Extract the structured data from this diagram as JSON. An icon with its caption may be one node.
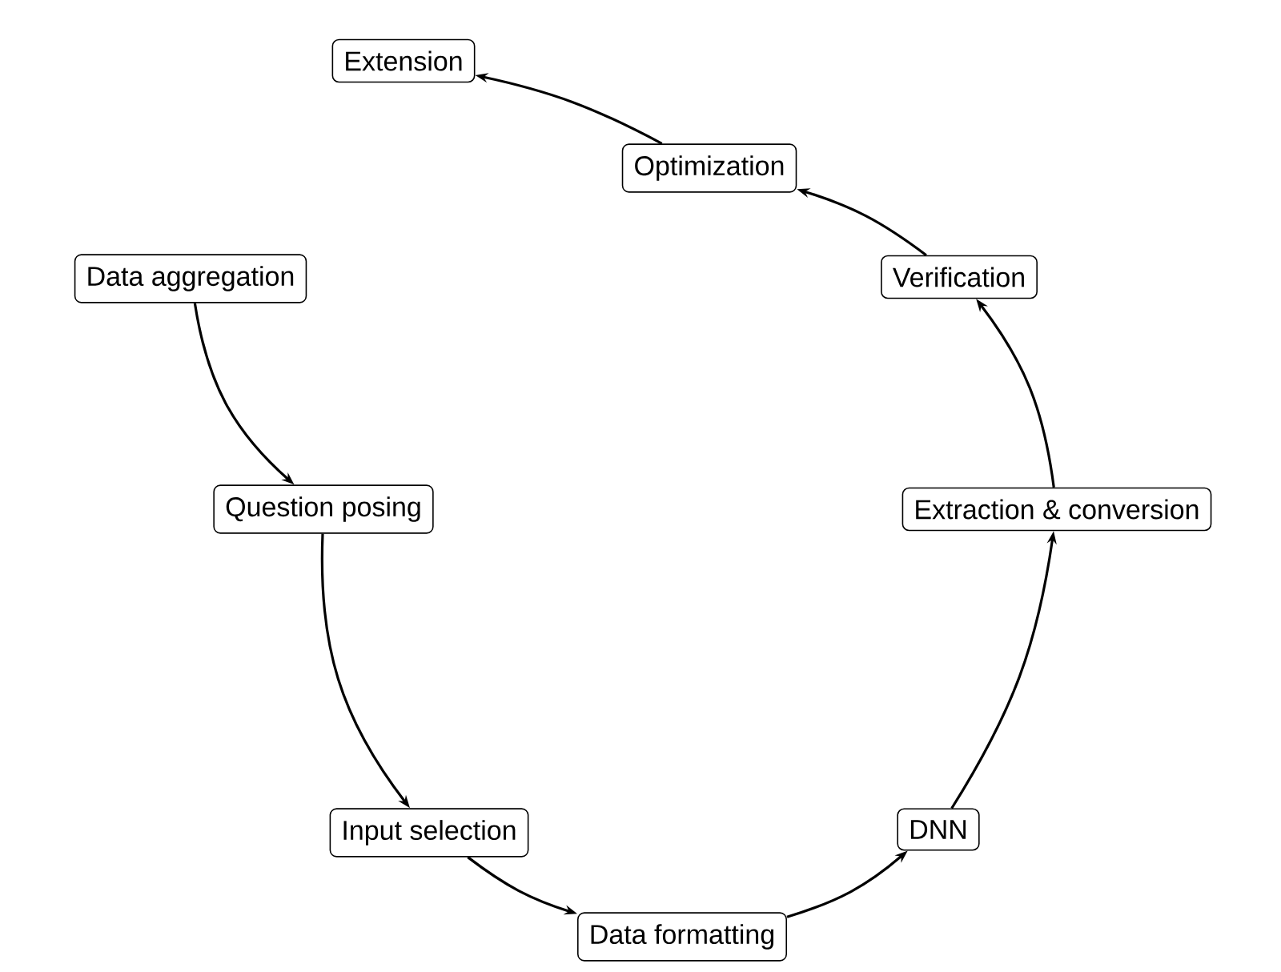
{
  "diagram": {
    "nodes": [
      {
        "text": [
          "Data aggregation"
        ]
      },
      {
        "text": [
          "Question posing"
        ]
      },
      {
        "text": [
          "Input selection"
        ]
      },
      {
        "text": [
          "Data formatting"
        ]
      },
      {
        "text": [
          "DNN"
        ]
      },
      {
        "text": [
          "Extraction & conversion"
        ]
      },
      {
        "text": [
          "Verification"
        ]
      },
      {
        "text": [
          "Optimization"
        ]
      },
      {
        "text": [
          "Extension"
        ]
      }
    ],
    "edges": [
      {
        "from": 0,
        "to": 1,
        "arrow": "to"
      },
      {
        "from": 1,
        "to": 2,
        "arrow": "to"
      },
      {
        "from": 2,
        "to": 3,
        "arrow": "to"
      },
      {
        "from": 3,
        "to": 4,
        "arrow": "to"
      },
      {
        "from": 4,
        "to": 5,
        "arrow": "to"
      },
      {
        "from": 5,
        "to": 6,
        "arrow": "to"
      },
      {
        "from": 6,
        "to": 7,
        "arrow": "to"
      },
      {
        "from": 7,
        "to": 8,
        "arrow": "to"
      }
    ]
  }
}
